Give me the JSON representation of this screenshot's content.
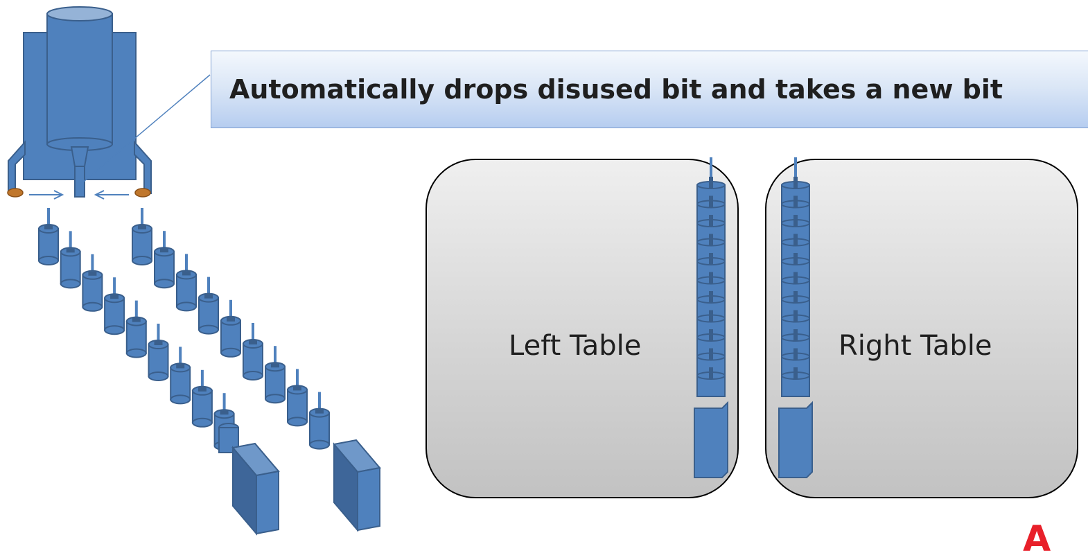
{
  "callout": {
    "text": "Automatically drops disused bit and takes a new bit"
  },
  "tables": {
    "left_label": "Left Table",
    "right_label": "Right Table"
  },
  "brand": {
    "text": "A"
  },
  "colors": {
    "machine_blue": "#4f81bd",
    "machine_outline": "#3a5f8c",
    "gripper_pad": "#c0772c"
  }
}
